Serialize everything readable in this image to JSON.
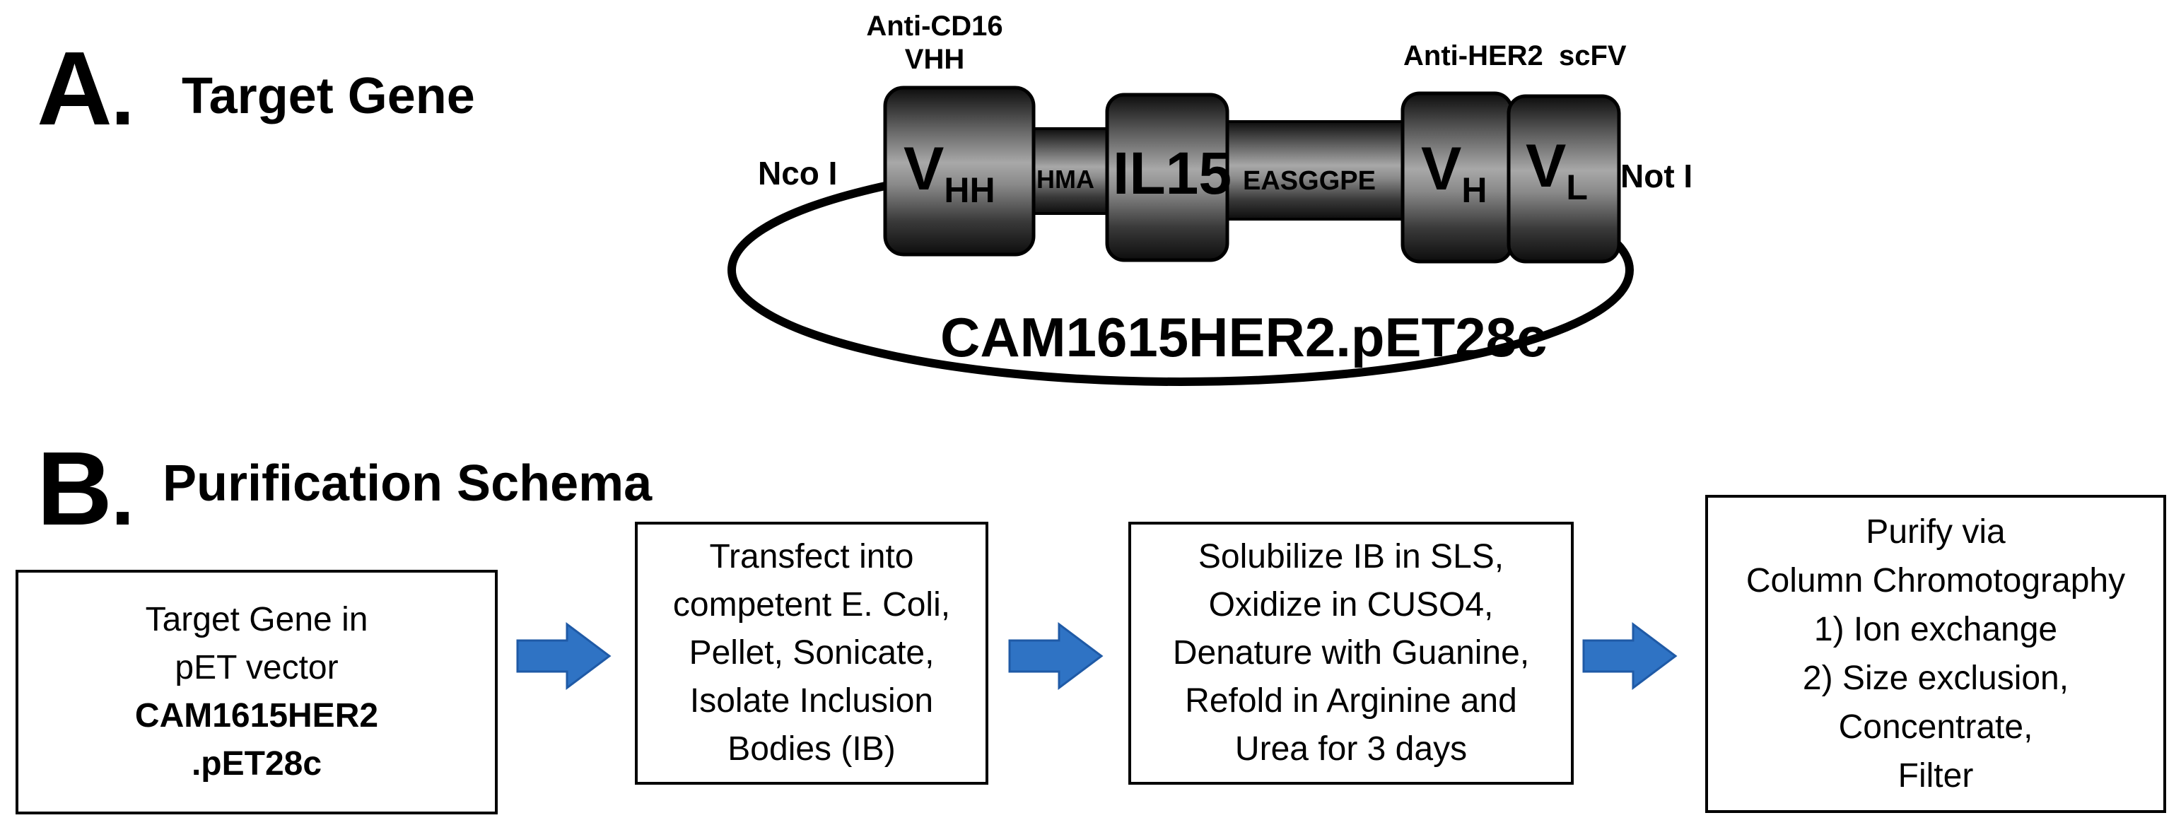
{
  "section_a": {
    "letter": "A",
    "title": "Target Gene",
    "anti_cd16_label": [
      "Anti-CD16",
      "VHH"
    ],
    "anti_her2_label": "Anti-HER2  scFV",
    "nco_site": "Nco I",
    "not_site": "Not I",
    "plasmid_name": "CAM1615HER2.pET28c",
    "segments": {
      "vhh": {
        "main": "V",
        "sub": "HH"
      },
      "hma": "HMA",
      "il15": "IL15",
      "easggpe": "EASGGPE",
      "vh": {
        "main": "V",
        "sub": "H"
      },
      "vl": {
        "main": "V",
        "sub": "L"
      }
    }
  },
  "section_b": {
    "letter": "B",
    "title": "Purification Schema",
    "steps": [
      {
        "lines": [
          "Target Gene in",
          "pET vector"
        ],
        "bold_lines": [
          "CAM1615HER2",
          ".pET28c"
        ]
      },
      {
        "lines": [
          "Transfect into",
          "competent E. Coli,",
          "Pellet, Sonicate,",
          "Isolate Inclusion",
          "Bodies (IB)"
        ]
      },
      {
        "lines": [
          "Solubilize IB in SLS,",
          "Oxidize in CUSO4,",
          "Denature with Guanine,",
          "Refold in Arginine and",
          "Urea for 3 days"
        ]
      },
      {
        "lines": [
          "Purify via",
          "Column Chromotography",
          "1) Ion exchange",
          "2) Size exclusion,",
          "Concentrate,",
          "Filter"
        ]
      }
    ],
    "arrow_color": "#2f73c4"
  }
}
